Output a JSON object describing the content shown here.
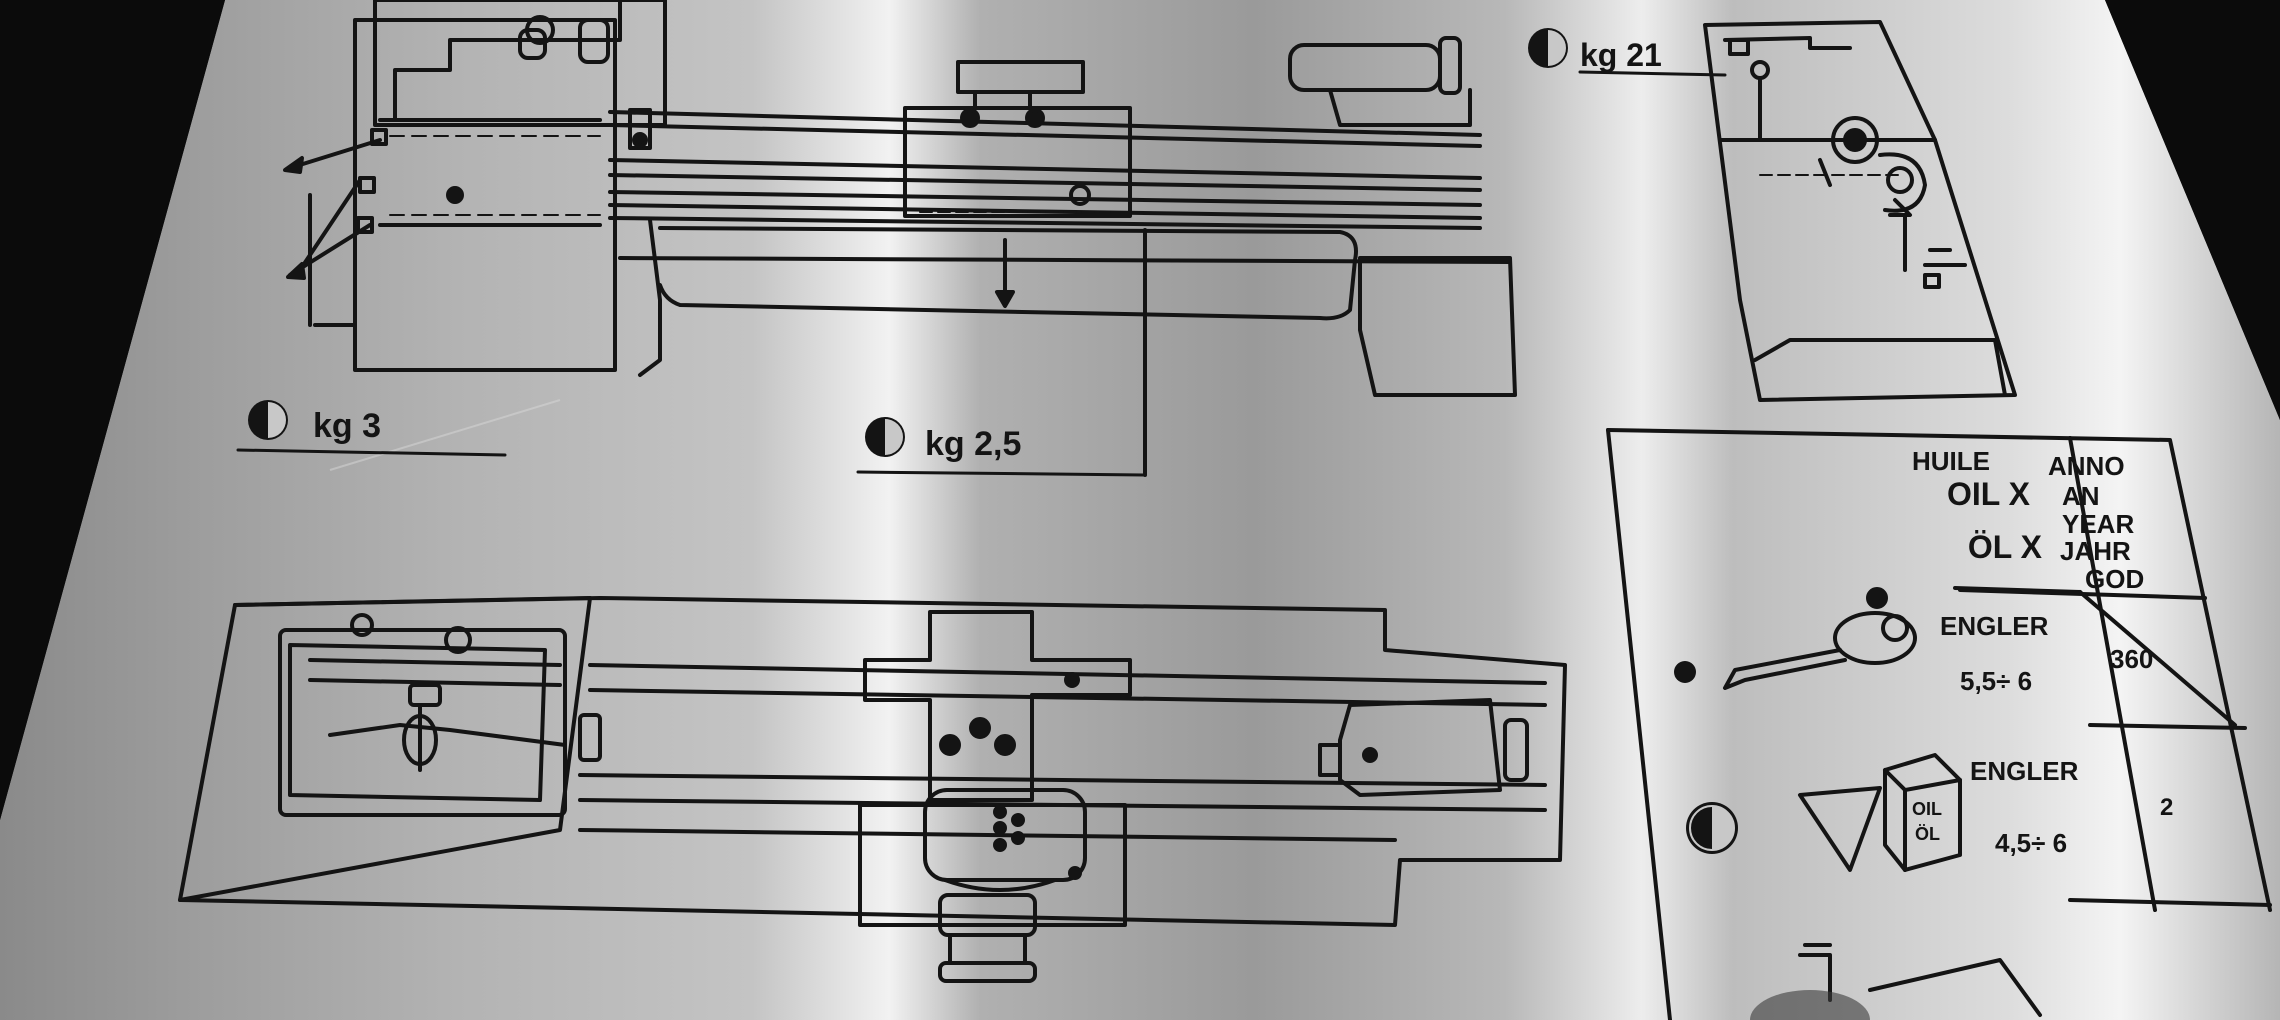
{
  "colors": {
    "ink": "#141414",
    "plate_light": "#d9d9d9",
    "plate_mid": "#a8a8a8",
    "plate_dark": "#6e6e6e",
    "background": "#0b0b0b"
  },
  "icons": {
    "grease_point": "half-filled-circle-icon",
    "oil_point": "filled-dot-icon"
  },
  "labels": {
    "headstock_amount": "kg 3",
    "apron_amount": "kg 2,5",
    "gearbox_amount": "kg 21"
  },
  "legend": {
    "oil_header_lines": [
      "HUILE",
      "OIL X",
      "ÖL X"
    ],
    "interval_header_lines": [
      "ANNO",
      "AN",
      "YEAR",
      "JAHR",
      "GOD"
    ],
    "rows": [
      {
        "grade_label": "ENGLER",
        "viscosity": "5,5÷ 6",
        "interval": "360"
      },
      {
        "grade_label": "ENGLER",
        "viscosity": "4,5÷ 6",
        "interval": "2"
      }
    ],
    "can_text_lines": [
      "OIL",
      "ÖL"
    ]
  }
}
